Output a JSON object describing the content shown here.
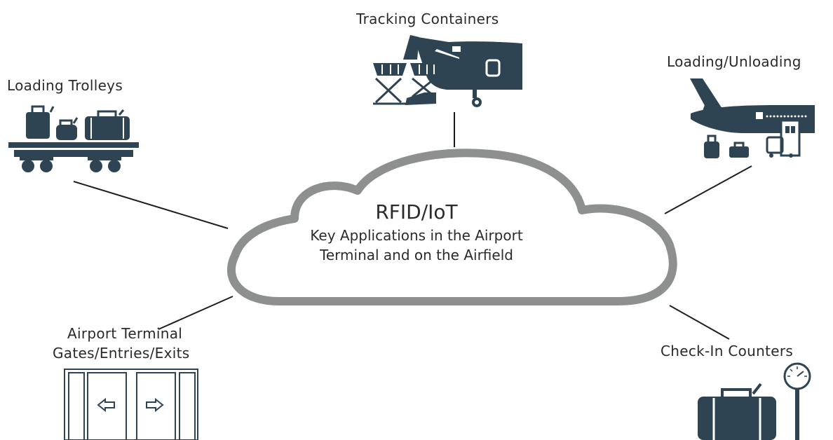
{
  "center": {
    "title": "RFID/IoT",
    "subtitle_line1": "Key Applications in the Airport",
    "subtitle_line2": "Terminal and on the Airfield"
  },
  "nodes": {
    "tracking_containers": "Tracking Containers",
    "loading_trolleys": "Loading Trolleys",
    "loading_unloading": "Loading/Unloading",
    "gates_line1": "Airport Terminal",
    "gates_line2": "Gates/Entries/Exits",
    "check_in": "Check-In Counters"
  },
  "colors": {
    "icon": "#2e4453",
    "cloud_stroke": "#8e9090",
    "connector": "#1e1e1e"
  }
}
